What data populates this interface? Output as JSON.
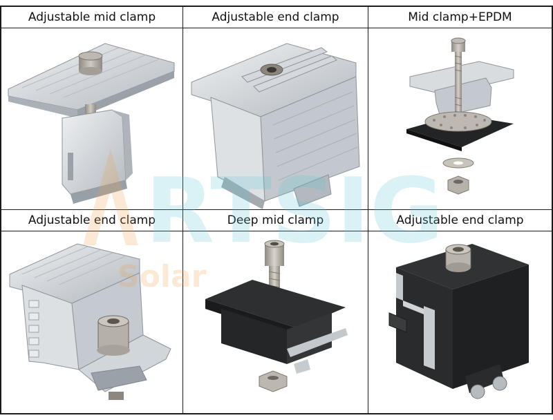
{
  "cells": [
    {
      "label": "Adjustable mid clamp"
    },
    {
      "label": "Adjustable end clamp"
    },
    {
      "label": "Mid clamp+EPDM"
    },
    {
      "label": "Adjustable end clamp"
    },
    {
      "label": "Deep mid clamp"
    },
    {
      "label": "Adjustable end clamp"
    }
  ],
  "watermark": {
    "brand": "ARTSIGN",
    "sub": "Solar"
  },
  "colors": {
    "aluminum": "#c9ced3",
    "dark": "#2a2c2e",
    "steel": "#a9a49c",
    "watermark_orange": "#f4c98a",
    "watermark_cyan": "#9fd9e3"
  }
}
